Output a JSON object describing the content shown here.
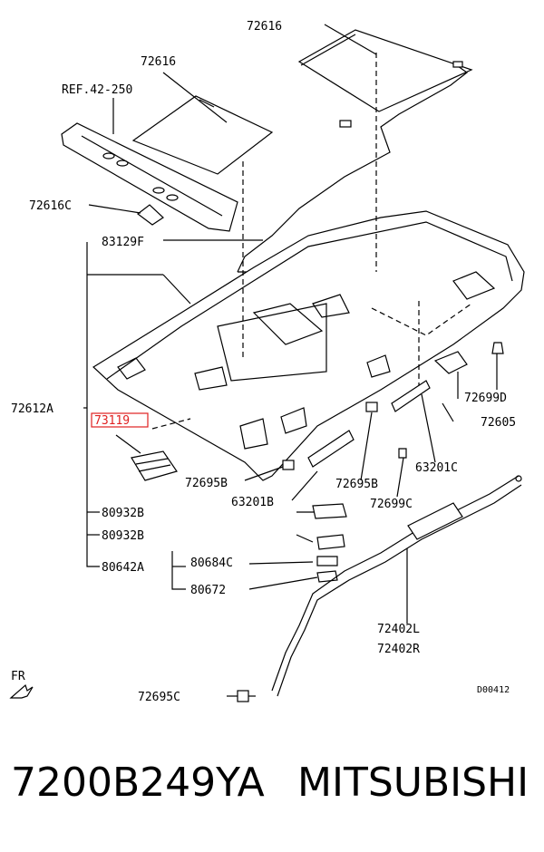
{
  "labels": {
    "l72616_top": "72616",
    "l72616": "72616",
    "ref": "REF.42-250",
    "l72616c": "72616C",
    "l83129f": "83129F",
    "l72612a": "72612A",
    "l73119": "73119",
    "l72695b_1": "72695B",
    "l63201b": "63201B",
    "l72695b_2": "72695B",
    "l63201c": "63201C",
    "l72699c": "72699C",
    "l72699d": "72699D",
    "l72605": "72605",
    "l80932b_1": "80932B",
    "l80932b_2": "80932B",
    "l80642a": "80642A",
    "l80684c": "80684C",
    "l80672": "80672",
    "l72402l": "72402L",
    "l72402r": "72402R",
    "l72695c": "72695C",
    "fr": "FR",
    "diagram_id": "D00412"
  },
  "highlight_color": "#e02020",
  "footer": {
    "part_number": "7200B249YA",
    "brand": "MITSUBISHI"
  }
}
